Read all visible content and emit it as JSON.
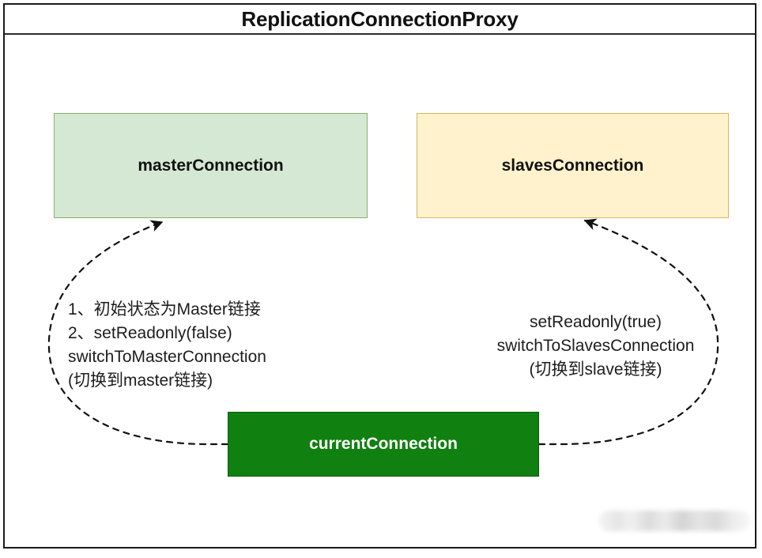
{
  "diagram": {
    "title": "ReplicationConnectionProxy",
    "nodes": [
      {
        "id": "master",
        "label": "masterConnection",
        "fill": "#d5e8d4",
        "stroke": "#82b366",
        "text_color": "#111111"
      },
      {
        "id": "slaves",
        "label": "slavesConnection",
        "fill": "#fff2cc",
        "stroke": "#d6b656",
        "text_color": "#111111"
      },
      {
        "id": "current",
        "label": "currentConnection",
        "fill": "#108010",
        "stroke": "#0b5c0b",
        "text_color": "#ffffff"
      }
    ],
    "edges": [
      {
        "id": "to-master",
        "from": "currentConnection",
        "to": "masterConnection",
        "style": "dashed",
        "label": "1、初始状态为Master链接\n2、setReadonly(false)\nswitchToMasterConnection\n(切换到master链接)"
      },
      {
        "id": "to-slaves",
        "from": "currentConnection",
        "to": "slavesConnection",
        "style": "dashed",
        "label": "setReadonly(true)\nswitchToSlavesConnection\n(切换到slave链接)"
      }
    ],
    "watermark": ""
  }
}
